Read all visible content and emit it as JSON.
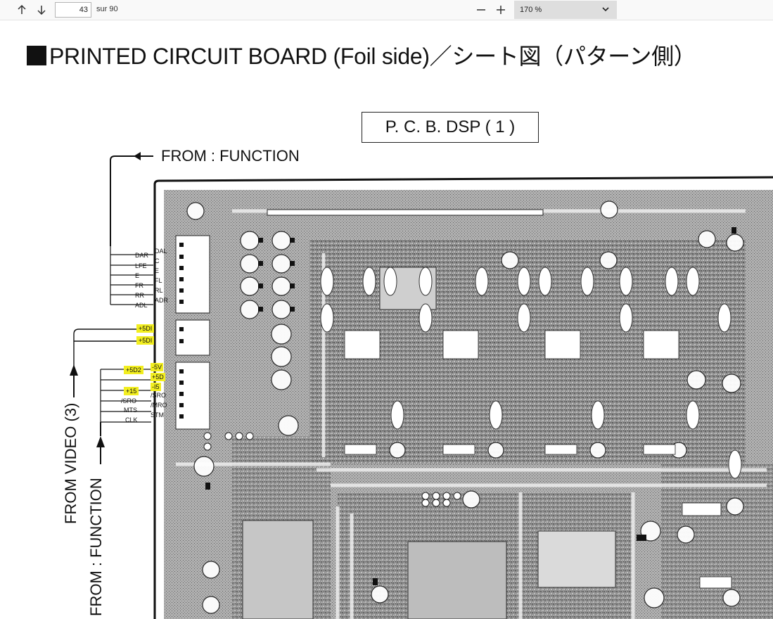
{
  "toolbar": {
    "prev_icon": "arrow-up-icon",
    "next_icon": "arrow-down-icon",
    "page_number": "43",
    "page_total": "sur 90",
    "zoom_out_icon": "minus-icon",
    "zoom_in_icon": "plus-icon",
    "zoom_value": "170 %",
    "zoom_dropdown_icon": "chevron-down-icon"
  },
  "document": {
    "title": "PRINTED CIRCUIT BOARD (Foil side)／シート図（パターン側）",
    "board_label": "P. C. B. DSP ( 1 )",
    "from_function_top": "FROM : FUNCTION",
    "from_video": "FROM VIDEO (3)",
    "from_function_left": "FROM : FUNCTION",
    "left_connector_signals": [
      "DAR",
      "LFE",
      "E",
      "FR",
      "RR",
      "ADL"
    ],
    "right_connector_signals": [
      "DAL",
      "C",
      "E",
      "FL",
      "RL",
      "ADR"
    ],
    "power_labels": [
      "+5DI",
      "+5DI"
    ],
    "lower_left_labels": [
      "+5D2",
      "+15",
      "/SRO",
      "MTS",
      "CLK"
    ],
    "lower_right_labels": [
      "-5V",
      "+5D",
      "-I5",
      "/SRO",
      "/MRO",
      "STM"
    ],
    "highlight_color": "#f2ee20"
  }
}
